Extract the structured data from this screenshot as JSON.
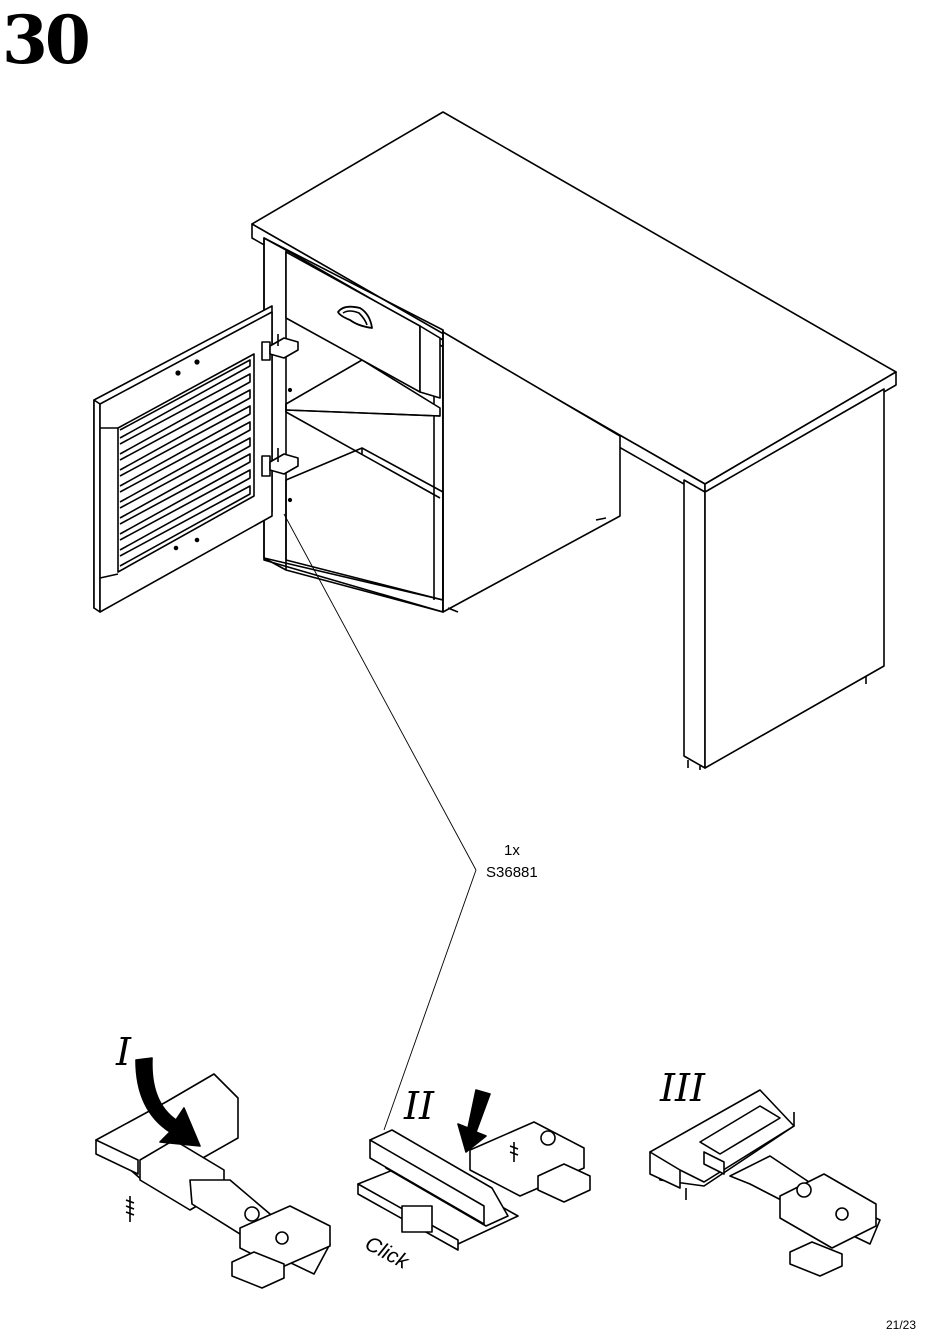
{
  "step": {
    "number": "30"
  },
  "part": {
    "quantity": "1x",
    "code": "S36881"
  },
  "substeps": {
    "one": "I",
    "two": "II",
    "three": "III"
  },
  "click_label": "Click",
  "page": {
    "number": "21/23"
  },
  "icons": [
    "desk-illustration",
    "hinge-step-1",
    "hinge-step-2",
    "hinge-step-3",
    "arrow-down-icon",
    "leader-line"
  ]
}
